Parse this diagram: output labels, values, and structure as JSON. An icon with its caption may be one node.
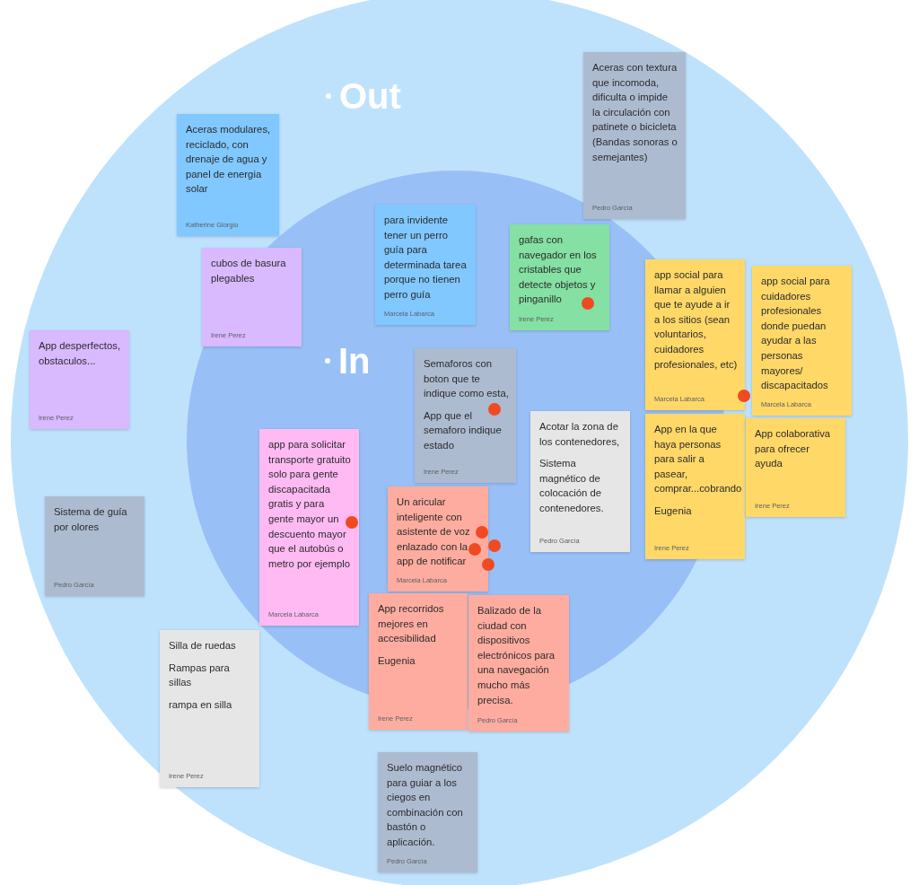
{
  "diagram": {
    "nodes": [
      {
        "text": [
          "Out"
        ]
      },
      {
        "text": [
          "In"
        ],
        "in": 0
      },
      {
        "text": [
          "Aceras modulares, reciclado, con drenaje de agua y panel de energia solar",
          "Katherine Giorgio"
        ],
        "in": 0
      },
      {
        "text": [
          "Aceras con textura que incomoda, dificulta o impide la circulación con patinete o bicicleta (Bandas sonoras o semejantes)",
          "Pedro García"
        ],
        "in": 0
      },
      {
        "text": [
          "cubos de basura plegables",
          "Irene Perez"
        ],
        "in": 1
      },
      {
        "text": [
          "para invidente tener un perro guía para determinada tarea porque no tienen perro guía",
          "Marcela Labarca"
        ],
        "in": 1
      },
      {
        "text": [
          "gafas con navegador en los cristables que detecte objetos y pinganillo",
          "Irene Perez"
        ],
        "in": 1
      },
      {
        "text": [
          "app social para llamar a alguien que te ayude a ir a los sitios (sean voluntarios, cuidadores profesionales, etc)",
          "Marcela Labarca"
        ],
        "in": 0
      },
      {
        "text": [
          "app social para cuidadores profesionales donde puedan ayudar a las personas mayores/ discapacitados",
          "Marcela Labarca"
        ],
        "in": 0
      },
      {
        "text": [
          "App desperfectos, obstaculos...",
          "Irene Perez"
        ],
        "in": 0
      },
      {
        "text": [
          "Semaforos con boton que te indique como esta,",
          "App que el semaforo indique estado",
          "Irene Perez"
        ],
        "in": 1
      },
      {
        "text": [
          "Acotar la zona de los contenedores,",
          "Sistema magnético de colocación de contenedores.",
          "Pedro García"
        ],
        "in": 1
      },
      {
        "text": [
          "App en la que haya personas para salir a pasear, comprar...cobrando",
          "Eugenia",
          "Irene Perez"
        ],
        "in": 0
      },
      {
        "text": [
          "App colaborativa para ofrecer ayuda",
          "Irene Perez"
        ],
        "in": 0
      },
      {
        "text": [
          "app para solicitar transporte gratuito solo para gente discapacitada gratis y para gente mayor un descuento mayor que el autobús o metro por ejemplo",
          "Marcela Labarca"
        ],
        "in": 1
      },
      {
        "text": [
          "Sistema de guía por olores",
          "Pedro García"
        ],
        "in": 0
      },
      {
        "text": [
          "Un aricular inteligente con asistente de voz enlazado con la app de notificar",
          "Marcela Labarca"
        ],
        "in": 1
      },
      {
        "text": [
          "App recorridos mejores en accesibilidad",
          "Eugenia",
          "Irene Perez"
        ],
        "in": 0
      },
      {
        "text": [
          "Balizado de la ciudad con dispositivos electrónicos para una navegación mucho más precisa.",
          "Pedro García"
        ],
        "in": 0
      },
      {
        "text": [
          "Silla de ruedas",
          "Rampas para sillas",
          "rampa en silla",
          "Irene Perez"
        ],
        "in": 0
      },
      {
        "text": [
          "Suelo magnético para guiar a los ciegos en combinación con bastón o aplicación.",
          "Pedro García"
        ],
        "in": 0
      }
    ]
  }
}
